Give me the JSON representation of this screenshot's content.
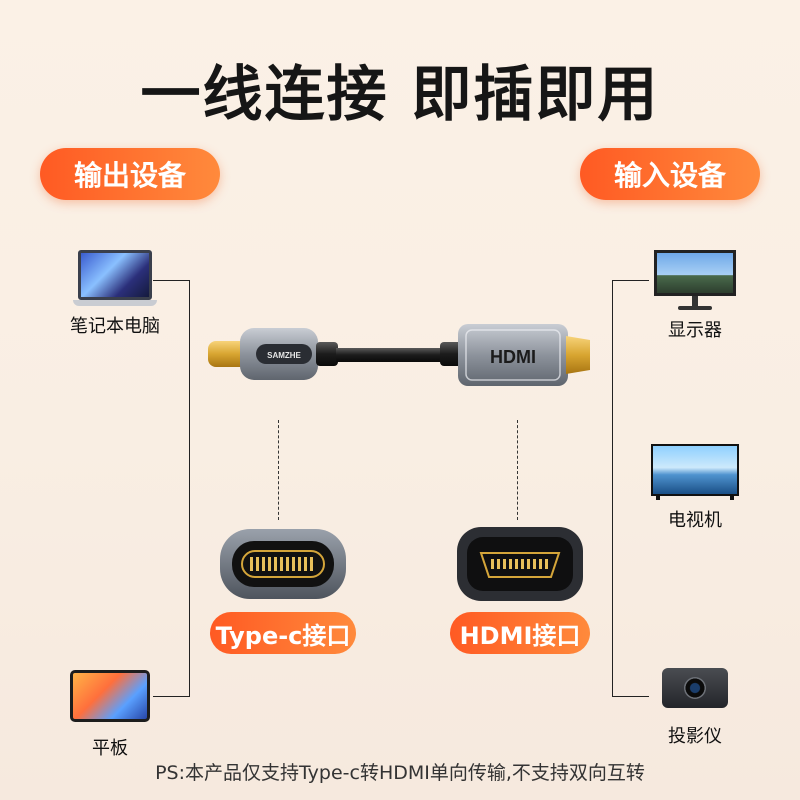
{
  "headline": "一线连接 即插即用",
  "output_devices_label": "输出设备",
  "input_devices_label": "输入设备",
  "output_devices": [
    {
      "label": "笔记本电脑",
      "icon": "laptop-icon"
    },
    {
      "label": "平板",
      "icon": "tablet-icon"
    }
  ],
  "input_devices": [
    {
      "label": "显示器",
      "icon": "monitor-icon"
    },
    {
      "label": "电视机",
      "icon": "tv-icon"
    },
    {
      "label": "投影仪",
      "icon": "projector-icon"
    }
  ],
  "cable": {
    "brand": "SAMZHE",
    "hdmi_logo": "HDMI"
  },
  "ports": {
    "typec_label": "Type-c接口",
    "hdmi_label": "HDMI接口"
  },
  "footnote": "PS:本产品仅支持Type-c转HDMI单向传输,不支持双向互转",
  "colors": {
    "accent_start": "#ff5a23",
    "accent_end": "#ff8a3c",
    "background": "#fbf1e6"
  }
}
